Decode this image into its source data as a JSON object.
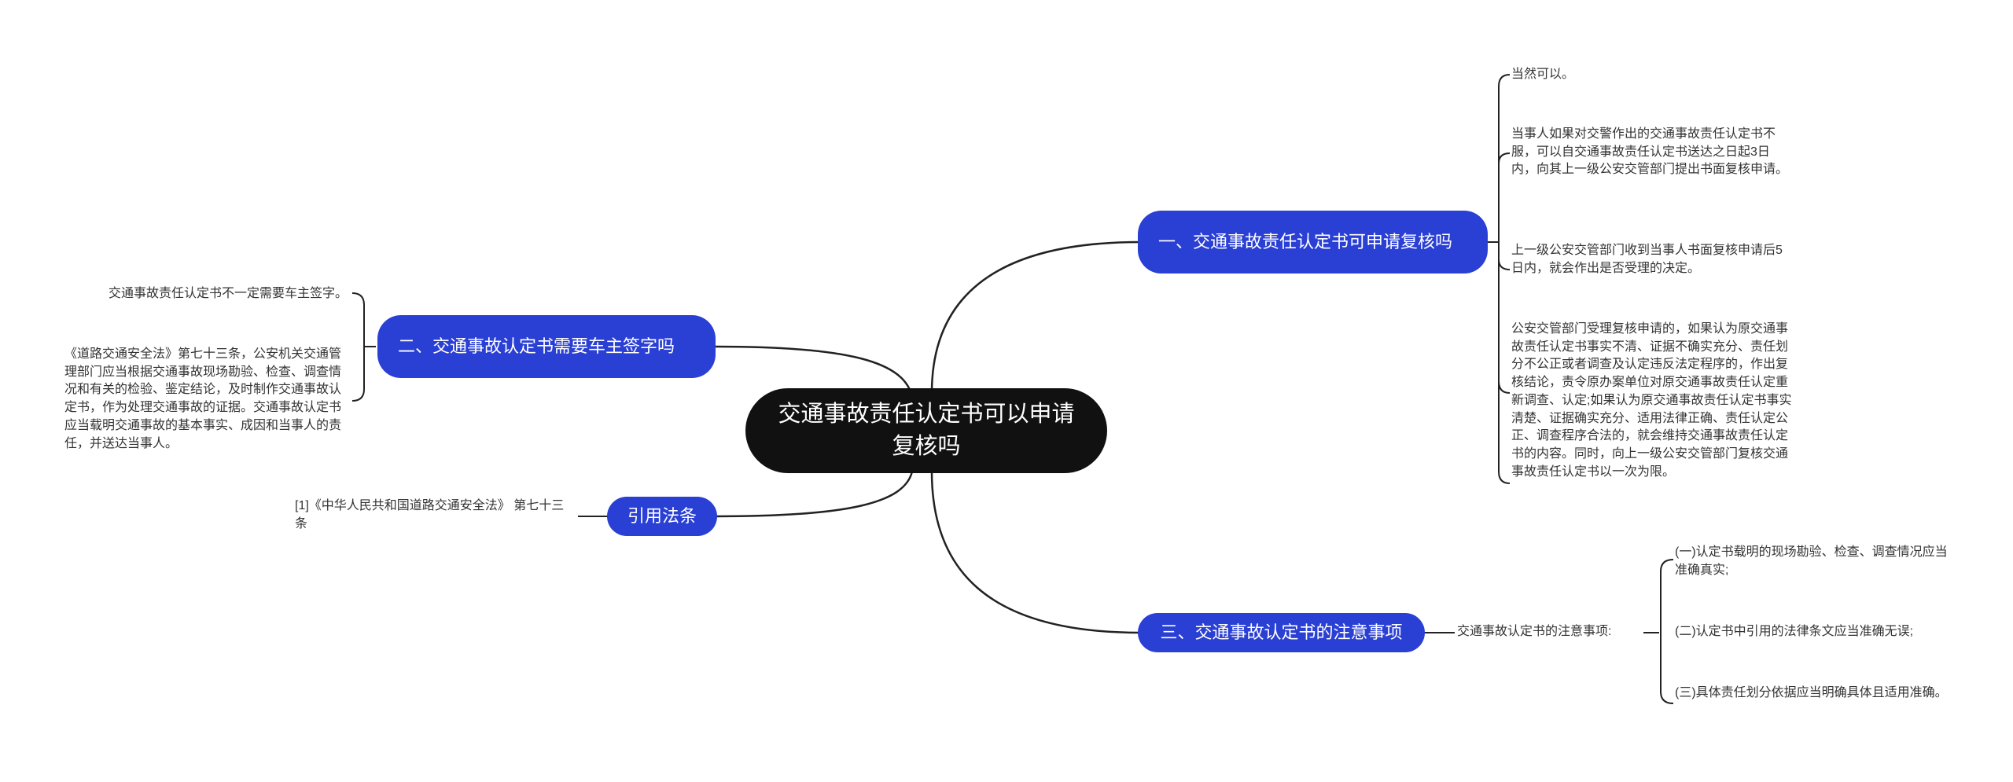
{
  "root": {
    "label": "交通事故责任认定书可以申请复核吗"
  },
  "branches": {
    "b1": {
      "label": "一、交通事故责任认定书可申请复核吗",
      "leaves": [
        "当然可以。",
        "当事人如果对交警作出的交通事故责任认定书不服，可以自交通事故责任认定书送达之日起3日内，向其上一级公安交管部门提出书面复核申请。",
        "上一级公安交管部门收到当事人书面复核申请后5日内，就会作出是否受理的决定。",
        "公安交管部门受理复核申请的，如果认为原交通事故责任认定书事实不清、证据不确实充分、责任划分不公正或者调查及认定违反法定程序的，作出复核结论，责令原办案单位对原交通事故责任认定重新调查、认定;如果认为原交通事故责任认定书事实清楚、证据确实充分、适用法律正确、责任认定公正、调查程序合法的，就会维持交通事故责任认定书的内容。同时，向上一级公安交管部门复核交通事故责任认定书以一次为限。"
      ]
    },
    "b2": {
      "label": "二、交通事故认定书需要车主签字吗",
      "leaves": [
        "交通事故责任认定书不一定需要车主签字。",
        "《道路交通安全法》第七十三条，公安机关交通管理部门应当根据交通事故现场勘验、检查、调查情况和有关的检验、鉴定结论，及时制作交通事故认定书，作为处理交通事故的证据。交通事故认定书应当载明交通事故的基本事实、成因和当事人的责任，并送达当事人。"
      ]
    },
    "b3": {
      "label": "引用法条",
      "leaves": [
        "[1]《中华人民共和国道路交通安全法》 第七十三条"
      ]
    },
    "b4": {
      "label": "三、交通事故认定书的注意事项",
      "sub": "交通事故认定书的注意事项:",
      "leaves": [
        "(一)认定书载明的现场勘验、检查、调查情况应当准确真实;",
        "(二)认定书中引用的法律条文应当准确无误;",
        "(三)具体责任划分依据应当明确具体且适用准确。"
      ]
    }
  },
  "colors": {
    "root_bg": "#111111",
    "branch_bg": "#2a3fd4",
    "line": "#222222",
    "leaf_text": "#333333"
  }
}
